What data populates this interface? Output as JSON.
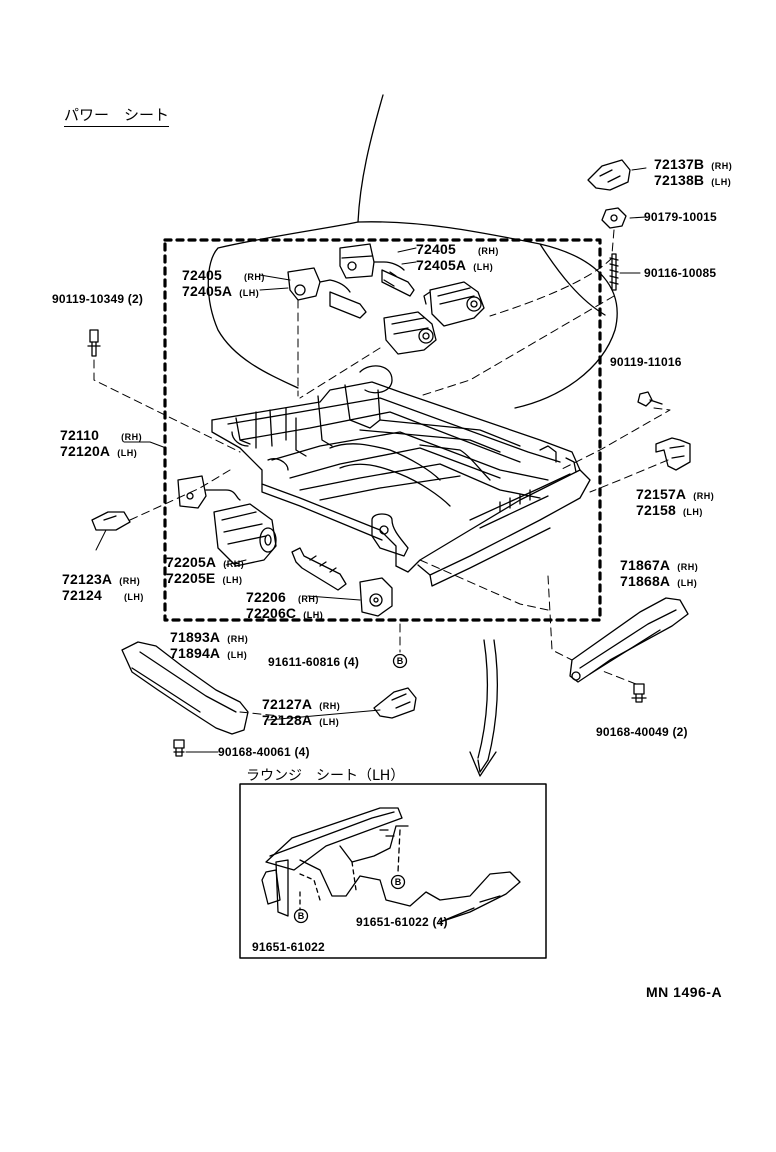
{
  "title": "パワー　シート",
  "lounge_title": "ラウンジ　シート（LH）",
  "diagram_code": "MN 1496-A",
  "callout_letter": "B",
  "labels": {
    "p72137": {
      "a": "72137B",
      "a_side": "(RH)",
      "b": "72138B",
      "b_side": "(LH)"
    },
    "p90179": {
      "a": "90179-10015"
    },
    "p90116": {
      "a": "90116-10085"
    },
    "p90119_11016": {
      "a": "90119-11016"
    },
    "p72157": {
      "a": "72157A",
      "a_side": "(RH)",
      "b": "72158",
      "b_side": "(LH)"
    },
    "p71867": {
      "a": "71867A",
      "a_side": "(RH)",
      "b": "71868A",
      "b_side": "(LH)"
    },
    "p90168_40049": {
      "a": "90168-40049 (2)"
    },
    "p72405_right": {
      "a": "72405",
      "a_side": "(RH)",
      "b": "72405A",
      "b_side": "(LH)"
    },
    "p72405_left": {
      "a": "72405",
      "a_side": "(RH)",
      "b": "72405A",
      "b_side": "(LH)"
    },
    "p90119_10349": {
      "a": "90119-10349 (2)"
    },
    "p72110": {
      "a": "72110",
      "a_side": "(RH)",
      "b": "72120A",
      "b_side": "(LH)"
    },
    "p72123": {
      "a": "72123A",
      "a_side": "(RH)",
      "b": "72124",
      "b_side": "(LH)"
    },
    "p72205": {
      "a": "72205A",
      "a_side": "(RH)",
      "b": "72205E",
      "b_side": "(LH)"
    },
    "p72206": {
      "a": "72206",
      "a_side": "(RH)",
      "b": "72206C",
      "b_side": "(LH)"
    },
    "p71893": {
      "a": "71893A",
      "a_side": "(RH)",
      "b": "71894A",
      "b_side": "(LH)"
    },
    "p91611": {
      "a": "91611-60816 (4)"
    },
    "p72127": {
      "a": "72127A",
      "a_side": "(RH)",
      "b": "72128A",
      "b_side": "(LH)"
    },
    "p90168_40061": {
      "a": "90168-40061 (4)"
    },
    "p91651_right": {
      "a": "91651-61022 (4)"
    },
    "p91651_left": {
      "a": "91651-61022"
    }
  }
}
